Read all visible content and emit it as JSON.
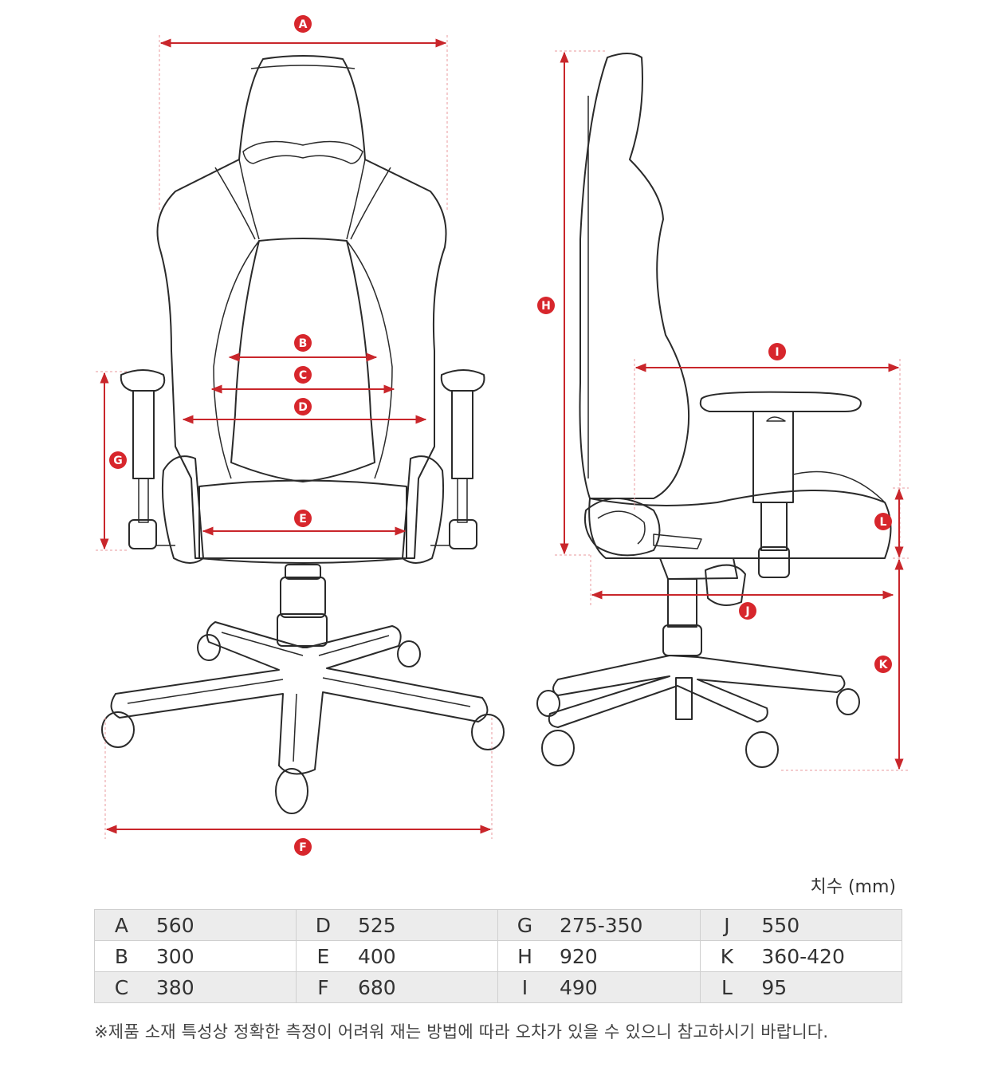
{
  "markers": {
    "A": "A",
    "B": "B",
    "C": "C",
    "D": "D",
    "E": "E",
    "F": "F",
    "G": "G",
    "H": "H",
    "I": "I",
    "J": "J",
    "K": "K",
    "L": "L"
  },
  "units_label": "치수 (mm)",
  "dimensions": [
    [
      {
        "key": "A",
        "value": "560"
      },
      {
        "key": "D",
        "value": "525"
      },
      {
        "key": "G",
        "value": "275-350"
      },
      {
        "key": "J",
        "value": "550"
      }
    ],
    [
      {
        "key": "B",
        "value": "300"
      },
      {
        "key": "E",
        "value": "400"
      },
      {
        "key": "H",
        "value": "920"
      },
      {
        "key": "K",
        "value": "360-420"
      }
    ],
    [
      {
        "key": "C",
        "value": "380"
      },
      {
        "key": "F",
        "value": "680"
      },
      {
        "key": "I",
        "value": "490"
      },
      {
        "key": "L",
        "value": "95"
      }
    ]
  ],
  "note": "※제품 소재 특성상 정확한 측정이 어려워 재는 방법에 따라 오차가 있을 수 있으니 참고하시기 바랍니다.",
  "colors": {
    "accent": "#d7262c",
    "line": "#2a2a2a",
    "table_shade": "#ececec"
  }
}
